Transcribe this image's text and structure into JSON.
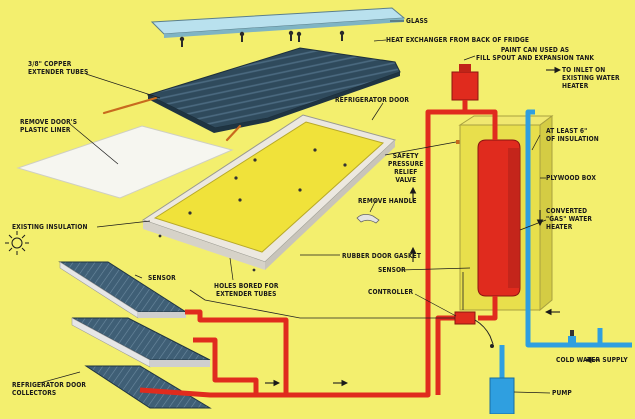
{
  "labels": {
    "glass": "GLASS",
    "heat_exchanger": "HEAT EXCHANGER FROM BACK OF FRIDGE",
    "copper_tubes": "3/8\" COPPER\nEXTENDER TUBES",
    "paint_can": "PAINT CAN USED AS\nFILL SPOUT AND EXPANSION TANK",
    "to_inlet": "TO INLET ON\nEXISTING WATER HEATER",
    "refrigerator_door": "REFRIGERATOR DOOR",
    "remove_liner": "REMOVE DOOR'S\nPLASTIC LINER",
    "insulation_6": "AT LEAST 6\"\nOF INSULATION",
    "safety_valve": "SAFETY\nPRESSURE\nRELIEF\nVALVE",
    "plywood_box": "PLYWOOD BOX",
    "existing_insulation": "EXISTING INSULATION",
    "remove_handle": "REMOVE HANDLE",
    "gas_heater": "CONVERTED\n\"GAS\" WATER\nHEATER",
    "rubber_gasket": "RUBBER DOOR GASKET",
    "sensor_tank": "SENSOR",
    "sensor_collector": "SENSOR",
    "holes_bored": "HOLES BORED FOR\nEXTENDER TUBES",
    "controller": "CONTROLLER",
    "cold_water": "COLD WATER SUPPLY",
    "door_collectors": "REFRIGERATOR DOOR\nCOLLECTORS",
    "pump": "PUMP"
  },
  "colors": {
    "background": "#f3ef6e",
    "hot_pipe": "#e02b1e",
    "cold_pipe": "#2f9fe0",
    "heat_exchanger": "#2f4a5c",
    "door_panel": "#f0e23a",
    "glass": "#b9e1ee",
    "plywood_box": "#e8df4c",
    "collector_panel": "#3f5f76"
  }
}
